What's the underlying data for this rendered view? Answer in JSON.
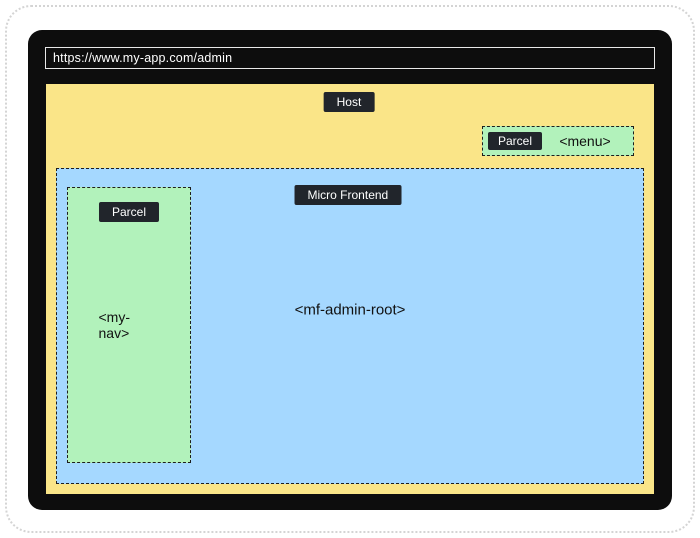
{
  "browser": {
    "url": "https://www.my-app.com/admin"
  },
  "host": {
    "label": "Host",
    "color": "#fae588"
  },
  "menu_parcel": {
    "label": "Parcel",
    "tag": "<menu>",
    "color": "#b2f2bb"
  },
  "micro_frontend": {
    "label": "Micro Frontend",
    "tag": "<mf-admin-root>",
    "color": "#a5d8ff"
  },
  "nav_parcel": {
    "label": "Parcel",
    "tag": "<my-nav>",
    "color": "#b2f2bb"
  },
  "colors": {
    "badge_background": "#21252b",
    "badge_text": "#ffffff",
    "frame_background": "#0d0d0d",
    "dashed_border": "#1e1e1e"
  }
}
